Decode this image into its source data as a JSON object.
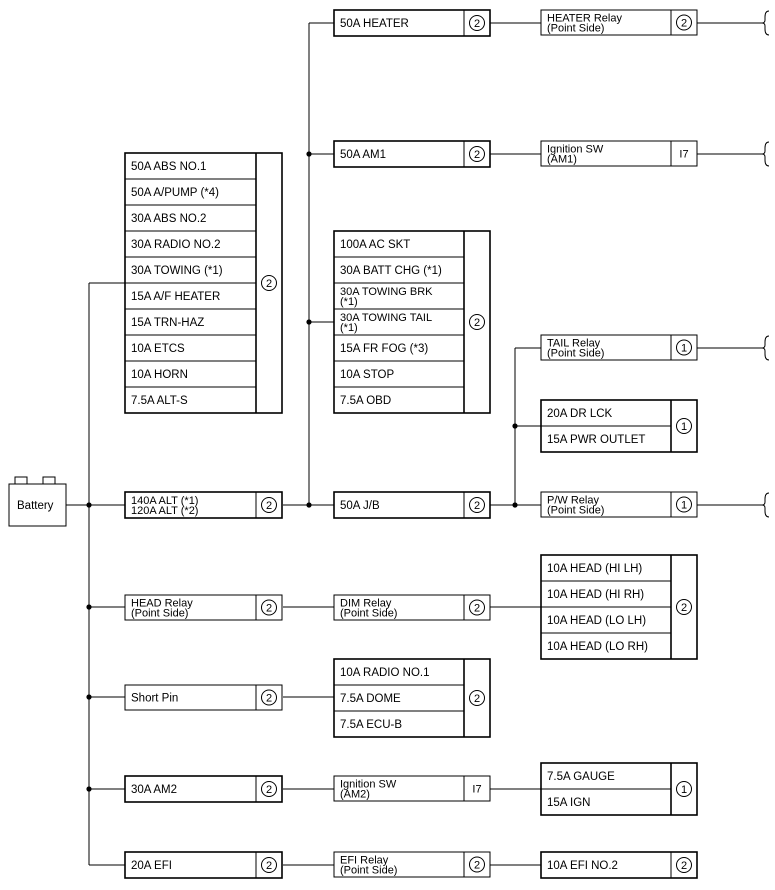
{
  "battery": {
    "label": "Battery"
  },
  "main_column": [
    {
      "lines": [
        "140A ALT (*1)",
        "120A ALT (*2)"
      ],
      "badge": "2"
    },
    {
      "lines": [
        "HEAD Relay",
        "(Point Side)"
      ],
      "badge": "2"
    },
    {
      "lines": [
        "Short Pin"
      ],
      "badge": "2"
    },
    {
      "lines": [
        "30A AM2"
      ],
      "badge": "2"
    },
    {
      "lines": [
        "20A EFI"
      ],
      "badge": "2"
    }
  ],
  "upper_left_group": {
    "items": [
      "50A ABS NO.1",
      "50A A/PUMP (*4)",
      "30A ABS NO.2",
      "30A RADIO NO.2",
      "30A TOWING (*1)",
      "15A A/F HEATER",
      "15A TRN-HAZ",
      "10A ETCS",
      "10A HORN",
      "7.5A ALT-S"
    ],
    "badge": "2"
  },
  "middle_column": {
    "heater": {
      "lines": [
        "50A HEATER"
      ],
      "badge": "2"
    },
    "am1": {
      "lines": [
        "50A AM1"
      ],
      "badge": "2"
    },
    "group": {
      "items": [
        [
          "100A AC SKT"
        ],
        [
          "30A BATT CHG (*1)"
        ],
        [
          "30A TOWING BRK",
          "(*1)"
        ],
        [
          "30A TOWING TAIL",
          "(*1)"
        ],
        [
          "15A FR FOG (*3)"
        ],
        [
          "10A STOP"
        ],
        [
          "7.5A OBD"
        ]
      ],
      "badge": "2"
    },
    "jb": {
      "lines": [
        "50A J/B"
      ],
      "badge": "2"
    },
    "dim_relay": {
      "lines": [
        "DIM Relay",
        "(Point Side)"
      ],
      "badge": "2"
    },
    "radio_group": {
      "items": [
        "10A RADIO NO.1",
        "7.5A DOME",
        "7.5A ECU-B"
      ],
      "badge": "2"
    },
    "ign_am2": {
      "lines": [
        "Ignition SW",
        "(AM2)"
      ],
      "badge": "I7"
    },
    "efi_relay": {
      "lines": [
        "EFI Relay",
        "(Point Side)"
      ],
      "badge": "2"
    }
  },
  "right_column": {
    "heater_relay": {
      "lines": [
        "HEATER Relay",
        "(Point Side)"
      ],
      "badge": "2"
    },
    "ign_am1": {
      "lines": [
        "Ignition SW",
        "(AM1)"
      ],
      "badge": "I7"
    },
    "tail_relay": {
      "lines": [
        "TAIL Relay",
        "(Point Side)"
      ],
      "badge": "1"
    },
    "dr_group": {
      "items": [
        "20A DR LCK",
        "15A PWR OUTLET"
      ],
      "badge": "1"
    },
    "pw_relay": {
      "lines": [
        "P/W Relay",
        "(Point Side)"
      ],
      "badge": "1"
    },
    "head_group": {
      "items": [
        "10A HEAD (HI LH)",
        "10A HEAD (HI RH)",
        "10A HEAD (LO LH)",
        "10A HEAD (LO RH)"
      ],
      "badge": "2"
    },
    "gauge_group": {
      "items": [
        "7.5A GAUGE",
        "15A IGN"
      ],
      "badge": "1"
    },
    "efi_no2": {
      "lines": [
        "10A EFI NO.2"
      ],
      "badge": "2"
    }
  }
}
